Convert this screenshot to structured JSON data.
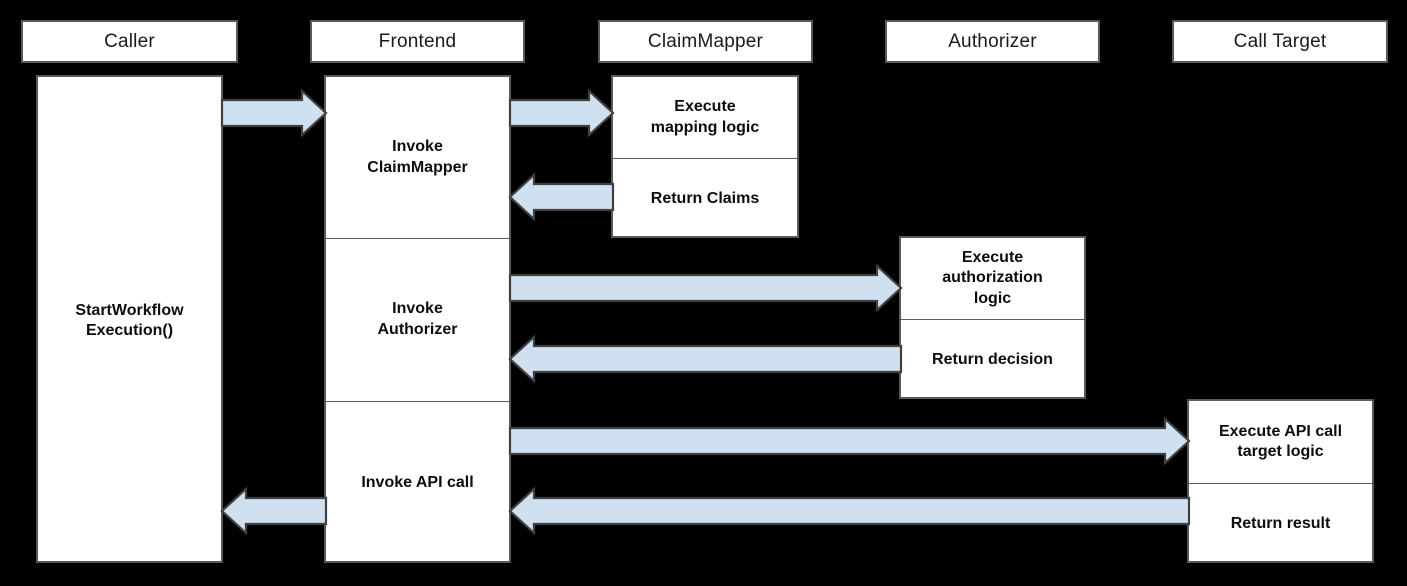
{
  "diagram": {
    "type": "sequence-diagram",
    "title": "",
    "background_color": "#000000",
    "arrow_fill_color": "#cfe0f0",
    "arrow_stroke_color": "#404040",
    "box_fill_color": "#ffffff",
    "box_stroke_color": "#595959",
    "lifelines": [
      {
        "id": "caller",
        "label": "Caller"
      },
      {
        "id": "frontend",
        "label": "Frontend"
      },
      {
        "id": "claimmapper",
        "label": "ClaimMapper"
      },
      {
        "id": "authorizer",
        "label": "Authorizer"
      },
      {
        "id": "calltarget",
        "label": "Call Target"
      }
    ],
    "activations": {
      "caller": {
        "segments": [
          "StartWorkflow\nExecution()"
        ]
      },
      "frontend": {
        "segments": [
          "Invoke\nClaimMapper",
          "Invoke\nAuthorizer",
          "Invoke API call"
        ]
      },
      "claimmapper": {
        "segments": [
          "Execute\nmapping logic",
          "Return Claims"
        ]
      },
      "authorizer": {
        "segments": [
          "Execute\nauthorization\nlogic",
          "Return decision"
        ]
      },
      "calltarget": {
        "segments": [
          "Execute API call\ntarget logic",
          "Return result"
        ]
      }
    },
    "messages": [
      {
        "id": "m1",
        "from": "caller",
        "to": "frontend",
        "direction": "right",
        "label": ""
      },
      {
        "id": "m2",
        "from": "frontend",
        "to": "claimmapper",
        "direction": "right",
        "label": ""
      },
      {
        "id": "m3",
        "from": "claimmapper",
        "to": "frontend",
        "direction": "left",
        "label": ""
      },
      {
        "id": "m4",
        "from": "frontend",
        "to": "authorizer",
        "direction": "right",
        "label": ""
      },
      {
        "id": "m5",
        "from": "authorizer",
        "to": "frontend",
        "direction": "left",
        "label": ""
      },
      {
        "id": "m6",
        "from": "frontend",
        "to": "calltarget",
        "direction": "right",
        "label": ""
      },
      {
        "id": "m7",
        "from": "calltarget",
        "to": "frontend",
        "direction": "left",
        "label": ""
      },
      {
        "id": "m8",
        "from": "frontend",
        "to": "caller",
        "direction": "left",
        "label": ""
      }
    ],
    "labels": {
      "caller_header": "Caller",
      "frontend_header": "Frontend",
      "claimmapper_header": "ClaimMapper",
      "authorizer_header": "Authorizer",
      "calltarget_header": "Call Target",
      "caller_act_1": "StartWorkflow Execution()",
      "frontend_act_1_line1": "Invoke",
      "frontend_act_1_line2": "ClaimMapper",
      "frontend_act_2_line1": "Invoke",
      "frontend_act_2_line2": "Authorizer",
      "frontend_act_3": "Invoke API call",
      "claimmapper_act_1_line1": "Execute",
      "claimmapper_act_1_line2": "mapping logic",
      "claimmapper_act_2": "Return Claims",
      "authorizer_act_1_line1": "Execute",
      "authorizer_act_1_line2": "authorization",
      "authorizer_act_1_line3": "logic",
      "authorizer_act_2": "Return decision",
      "calltarget_act_1_line1": "Execute API call",
      "calltarget_act_1_line2": "target logic",
      "calltarget_act_2": "Return result",
      "caller_act_1_line1": "StartWorkflow",
      "caller_act_1_line2": "Execution()"
    }
  }
}
